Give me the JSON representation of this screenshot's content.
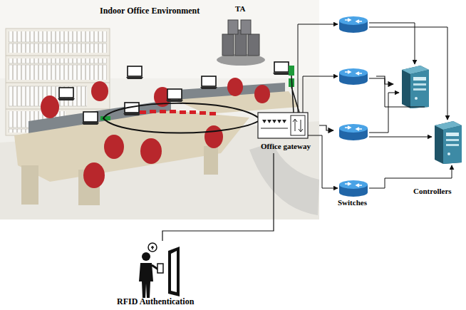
{
  "diagram": {
    "nodes": [
      {
        "text": [
          "Indoor Office Environment"
        ]
      },
      {
        "text": [
          "TA"
        ],
        "in": 0
      },
      {
        "text": [
          "Office gateway"
        ],
        "in": 0
      },
      {
        "text": [
          "Switches"
        ]
      },
      {
        "text": [
          "Controllers"
        ]
      },
      {
        "text": [
          "RFID Authentication"
        ]
      }
    ],
    "edges": [
      {
        "from": 2,
        "to": 3,
        "arrow": "to"
      },
      {
        "from": 3,
        "to": 4,
        "arrow": "to"
      },
      {
        "from": 5,
        "to": 2,
        "arrow": "none"
      }
    ]
  }
}
